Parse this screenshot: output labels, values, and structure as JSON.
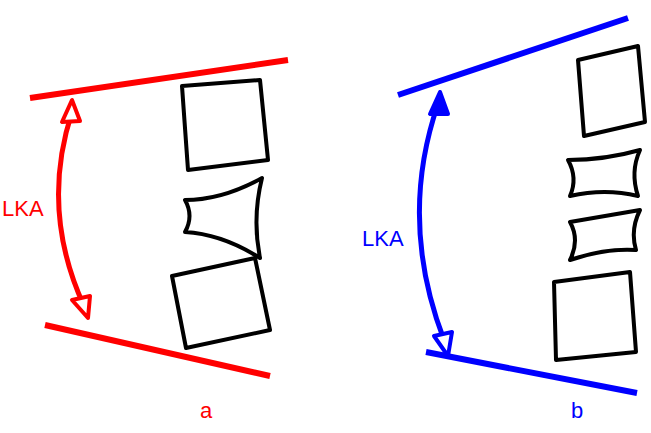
{
  "diagram": {
    "labels": [
      "LKA",
      "LKA",
      "a",
      "b"
    ]
  }
}
